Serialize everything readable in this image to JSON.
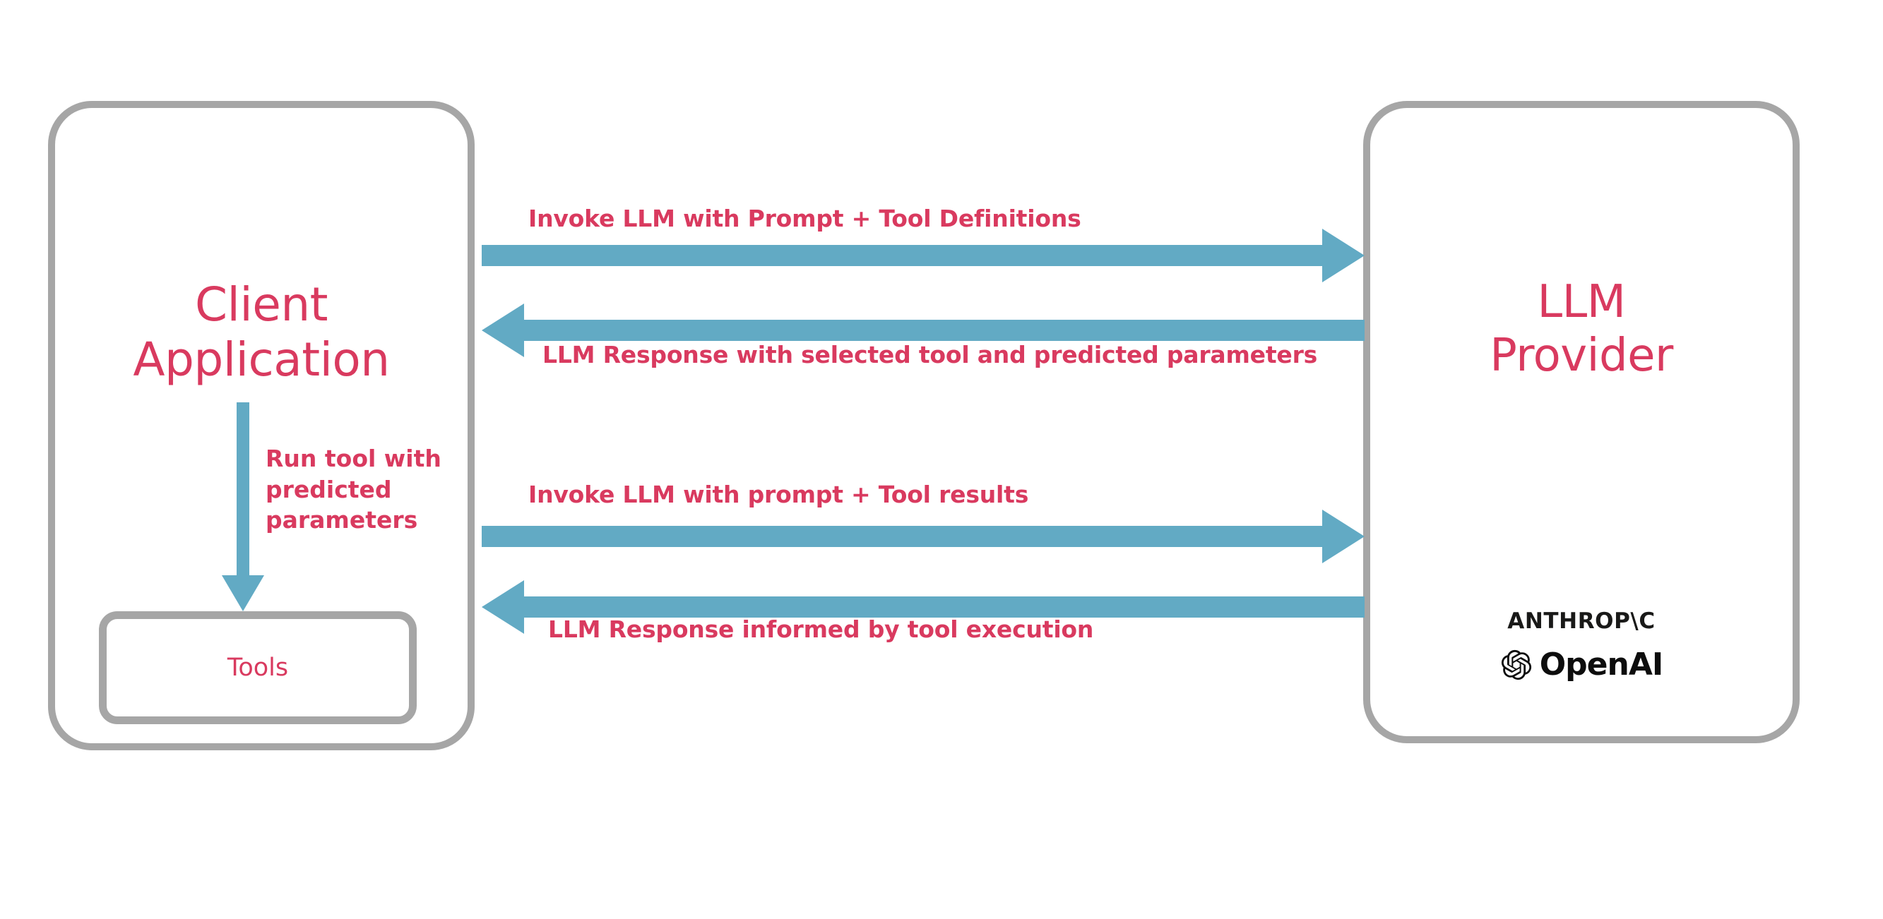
{
  "diagram": {
    "title": "LLM tool-calling interaction flow",
    "colors": {
      "accent_text": "#d93a5f",
      "arrow": "#62aac4",
      "box_border": "#a6a6a6",
      "logo_text": "#191918",
      "background": "#ffffff"
    },
    "nodes": [
      {
        "id": "client",
        "label_line1": "Client",
        "label_line2": "Application",
        "child_label": "Tools"
      },
      {
        "id": "provider",
        "label_line1": "LLM",
        "label_line2": "Provider"
      }
    ],
    "client": {
      "title_line1": "Client",
      "title_line2": "Application",
      "tools_label": "Tools",
      "internal_arrow_label": "Run tool with predicted parameters"
    },
    "provider": {
      "title_line1": "LLM",
      "title_line2": "Provider",
      "vendors": [
        {
          "name": "anthropic",
          "wordmark": "ANTHROP\\C"
        },
        {
          "name": "openai",
          "wordmark": "OpenAI"
        }
      ]
    },
    "messages": [
      {
        "seq": 1,
        "direction": "client-to-provider",
        "label": "Invoke LLM with Prompt + Tool Definitions"
      },
      {
        "seq": 2,
        "direction": "provider-to-client",
        "label": "LLM Response with selected tool and predicted parameters"
      },
      {
        "seq": 3,
        "direction": "client-to-provider",
        "label": "Invoke LLM with prompt + Tool results"
      },
      {
        "seq": 4,
        "direction": "provider-to-client",
        "label": "LLM Response informed by tool execution"
      }
    ]
  }
}
